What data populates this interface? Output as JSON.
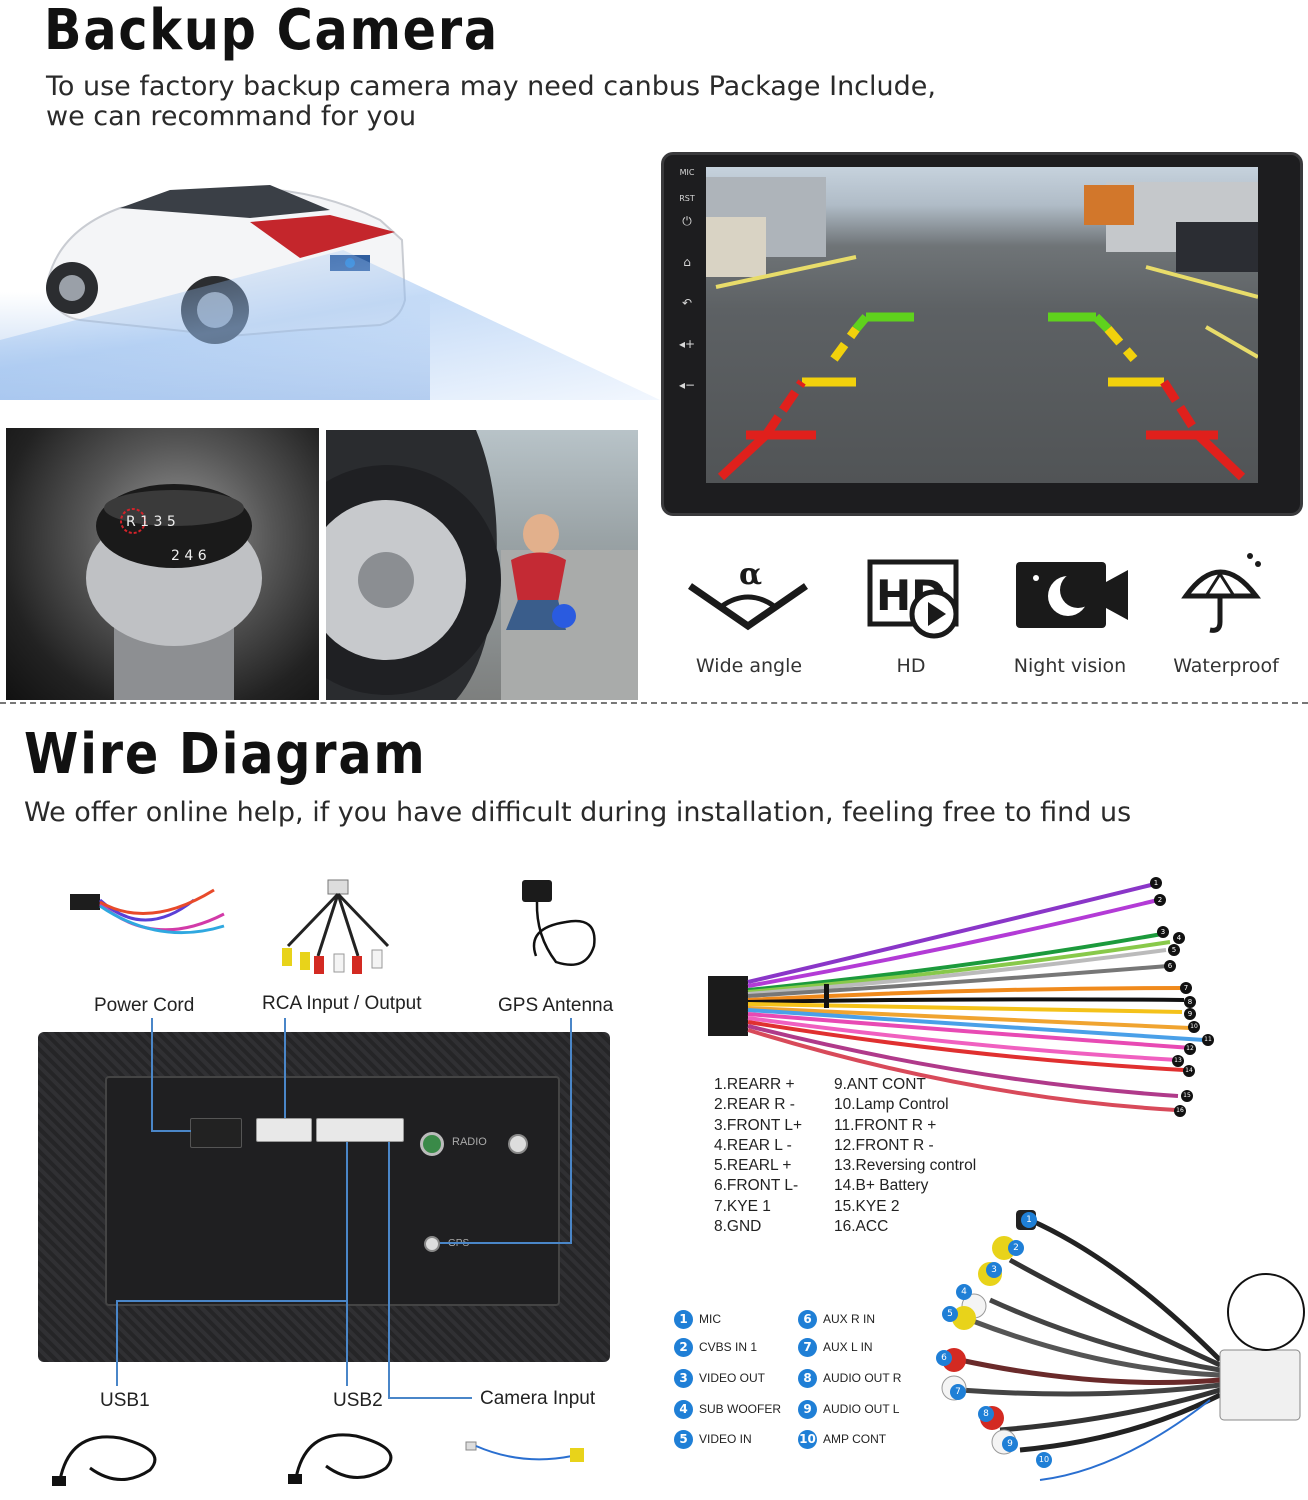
{
  "backup_section": {
    "title": "Backup Camera",
    "subtitle_line1": "To use factory backup camera may need canbus Package Include,",
    "subtitle_line2": "we can recommand for you"
  },
  "head_unit": {
    "buttons": [
      "MIC",
      "RST"
    ],
    "icons": [
      "power-icon",
      "home-icon",
      "back-icon",
      "volume-up-icon",
      "volume-down-icon"
    ]
  },
  "gear_knob": {
    "top_row": "R 1 3 5",
    "bottom_row": "2 4 6"
  },
  "features": [
    {
      "icon": "wide-angle-icon",
      "glyph": "α",
      "label": "Wide angle"
    },
    {
      "icon": "hd-icon",
      "glyph": "HD",
      "label": "HD"
    },
    {
      "icon": "night-vision-icon",
      "glyph": "",
      "label": "Night vision"
    },
    {
      "icon": "waterproof-icon",
      "glyph": "",
      "label": "Waterproof"
    }
  ],
  "wire_section": {
    "title": "Wire Diagram",
    "subtitle": "We offer online help, if you have difficult during installation, feeling free to find us"
  },
  "accessories": {
    "power_cord": "Power Cord",
    "rca": "RCA Input / Output",
    "gps": "GPS Antenna",
    "usb1": "USB1",
    "usb2": "USB2",
    "camera": "Camera Input",
    "radio_port": "RADIO",
    "gps_port": "GPS"
  },
  "pins_left": [
    "1.REARR +",
    "2.REAR R -",
    "3.FRONT L+",
    "4.REAR L -",
    "5.REARL +",
    "6.FRONT L-",
    "7.KYE 1",
    "8.GND"
  ],
  "pins_right": [
    "9.ANT CONT",
    "10.Lamp Control",
    "11.FRONT R +",
    "12.FRONT R -",
    "13.Reversing control",
    "14.B+ Battery",
    "15.KYE 2",
    "16.ACC"
  ],
  "harness_numbers": [
    "1",
    "2",
    "3",
    "4",
    "5",
    "6",
    "7",
    "8",
    "9",
    "10",
    "11",
    "12",
    "13",
    "14",
    "15",
    "16"
  ],
  "rca_left": [
    {
      "num": "1",
      "label": "MIC"
    },
    {
      "num": "2",
      "label": "CVBS IN 1"
    },
    {
      "num": "3",
      "label": "VIDEO OUT"
    },
    {
      "num": "4",
      "label": "SUB WOOFER"
    },
    {
      "num": "5",
      "label": "VIDEO IN"
    }
  ],
  "rca_right": [
    {
      "num": "6",
      "label": "AUX R IN"
    },
    {
      "num": "7",
      "label": "AUX L IN"
    },
    {
      "num": "8",
      "label": "AUDIO OUT R"
    },
    {
      "num": "9",
      "label": "AUDIO OUT L"
    },
    {
      "num": "10",
      "label": "AMP CONT"
    }
  ],
  "colors": {
    "guide_red": "#e0201c",
    "guide_yellow": "#f2d10c",
    "guide_green": "#5fd21d",
    "badge_blue": "#1f7fd6",
    "leader_blue": "#4a86c8"
  }
}
